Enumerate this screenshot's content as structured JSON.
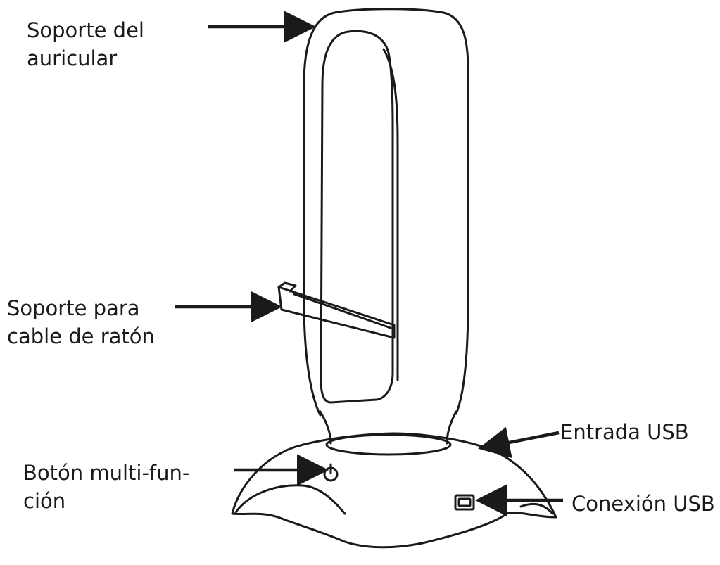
{
  "labels": {
    "headset_holder": [
      "Soporte del",
      "auricular"
    ],
    "mouse_cable_holder": [
      "Soporte para",
      "cable de ratón"
    ],
    "usb_input": [
      "Entrada USB"
    ],
    "multi_function_button": [
      "Botón multi-fun-",
      "ción"
    ],
    "usb_connection": [
      "Conexión USB"
    ]
  },
  "icons": {
    "power_button": "power-icon",
    "usb_port": "usb-port-icon"
  },
  "colors": {
    "line": "#1a1a1a",
    "background": "#ffffff"
  }
}
